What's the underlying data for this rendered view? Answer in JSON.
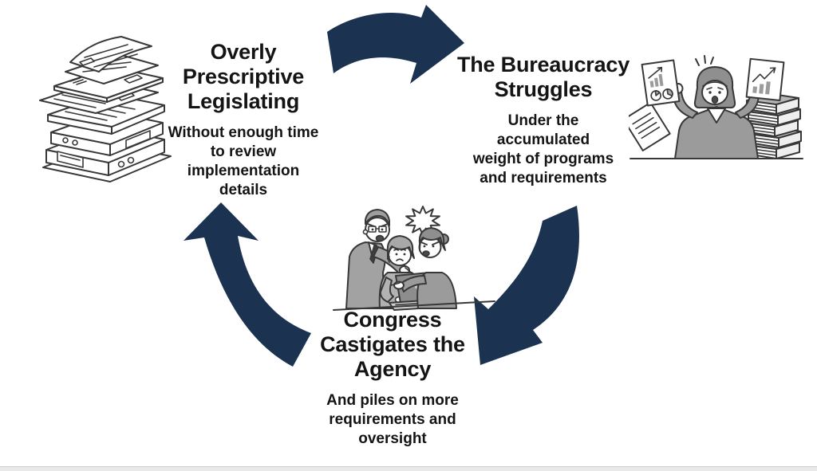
{
  "canvas": {
    "background": "#ffffff",
    "text_color": "#141414",
    "arrow_color": "#1b3350",
    "footer_bar_color": "#e9e9e9"
  },
  "cycle": {
    "stages": [
      {
        "id": "overly-prescriptive-legislating",
        "title": "Overly\nPrescriptive\nLegislating",
        "subtitle": "Without enough time\nto review\nimplementation\ndetails",
        "illustration": "stack-of-documents-and-binders"
      },
      {
        "id": "the-bureaucracy-struggles",
        "title": "The Bureaucracy\nStruggles",
        "subtitle": "Under the\naccumulated\nweight of programs\nand requirements",
        "illustration": "overwhelmed-official-holding-charts-beside-paper-stack"
      },
      {
        "id": "congress-castigates-the-agency",
        "title": "Congress\nCastigates the\nAgency",
        "subtitle": "And piles on more\nrequirements and\noversight",
        "illustration": "officials-scolding-worker-at-laptop"
      }
    ],
    "arrows": [
      {
        "id": "legislating-to-bureaucracy",
        "direction": "curved-right"
      },
      {
        "id": "bureaucracy-to-congress",
        "direction": "curved-down-left"
      },
      {
        "id": "congress-to-legislating",
        "direction": "curved-up-left"
      }
    ]
  }
}
